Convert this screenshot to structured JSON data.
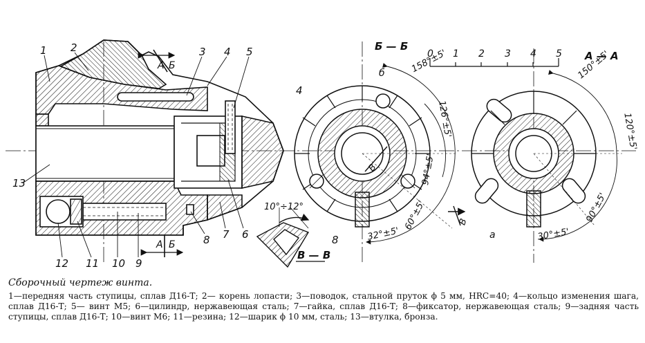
{
  "drawing": {
    "part_labels": {
      "p1": "1",
      "p2": "2",
      "p3": "3",
      "p4": "4",
      "p5": "5",
      "p6": "6",
      "p7": "7",
      "p8": "8",
      "p9": "9",
      "p10": "10",
      "p11": "11",
      "p12": "12",
      "p13": "13",
      "v4": "4",
      "v8": "8"
    },
    "section_marks": {
      "aa_top": "А",
      "bb_top": "Б",
      "aa_bot": "А",
      "bb_bot": "Б",
      "bb_view": "Б — Б",
      "aa_view": "А — А",
      "vv_view": "В — В",
      "v_cut_left": "В",
      "v_cut_right": "В",
      "b_point": "б",
      "a_point": "а"
    },
    "scale": {
      "ticks": [
        "0",
        "1",
        "2",
        "3",
        "4",
        "5"
      ]
    },
    "angles": {
      "bb_158": "158°±5'",
      "bb_126": "126°±5'",
      "bb_94": "94°±5'",
      "bb_60": "60°±5'",
      "bb_32": "32°±5'",
      "aa_150": "150°±5'",
      "aa_120": "120°±5'",
      "aa_90": "90°±5'",
      "aa_30": "30°±5'",
      "vv_range": "10°÷12°"
    }
  },
  "caption": {
    "title": "Сборочный чертеж винта.",
    "legend": "1—передняя часть ступицы, сплав Д16-Т; 2— корень лопасти; 3—поводок, стальной пруток ϕ 5 мм, HRC=40; 4—кольцо изменения шага, сплав Д16-Т; 5— винт М5; 6—цилиндр, нержавеющая сталь; 7—гайка, сплав Д16-Т; 8—фиксатор, нержавеющая сталь; 9—задняя часть ступицы, сплав Д16-Т; 10—винт М6; 11—резина; 12—шарик ϕ 10 мм, сталь; 13—втулка, бронза."
  }
}
